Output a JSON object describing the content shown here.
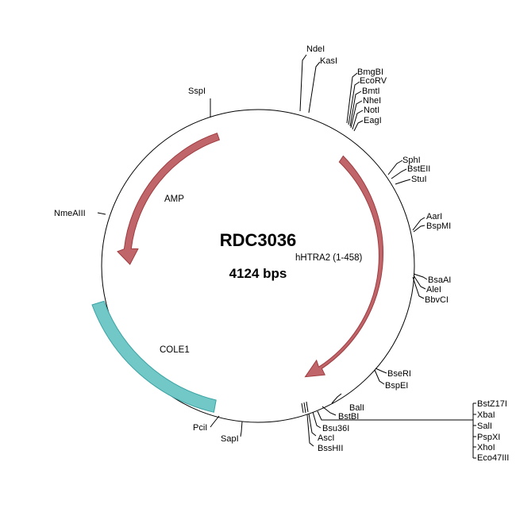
{
  "plasmid": {
    "name": "RDC3036",
    "size_label": "4124 bps"
  },
  "features": [
    {
      "id": "amp",
      "label": "AMP",
      "color": "#c0666a",
      "stroke": "#9e3b3f"
    },
    {
      "id": "hhtra2",
      "label": "hHTRA2 (1-458)",
      "color": "#c0666a",
      "stroke": "#9e3b3f"
    },
    {
      "id": "cole1",
      "label": "COLE1",
      "color": "#72c7c7",
      "stroke": "#3aa3a3"
    }
  ],
  "sites": [
    {
      "id": "ndei",
      "label": "NdeI"
    },
    {
      "id": "kasi",
      "label": "KasI"
    },
    {
      "id": "bmgbi",
      "label": "BmgBI"
    },
    {
      "id": "ecorv",
      "label": "EcoRV"
    },
    {
      "id": "bmti",
      "label": "BmtI"
    },
    {
      "id": "nhei",
      "label": "NheI"
    },
    {
      "id": "noti",
      "label": "NotI"
    },
    {
      "id": "eagi",
      "label": "EagI"
    },
    {
      "id": "sphi",
      "label": "SphI"
    },
    {
      "id": "bsteii",
      "label": "BstEII"
    },
    {
      "id": "stui",
      "label": "StuI"
    },
    {
      "id": "aari",
      "label": "AarI"
    },
    {
      "id": "bspmi",
      "label": "BspMI"
    },
    {
      "id": "bsaai",
      "label": "BsaAI"
    },
    {
      "id": "alei",
      "label": "AleI"
    },
    {
      "id": "bbvci",
      "label": "BbvCI"
    },
    {
      "id": "bseri",
      "label": "BseRI"
    },
    {
      "id": "bspei",
      "label": "BspEI"
    },
    {
      "id": "bali",
      "label": "BalI"
    },
    {
      "id": "bstbi",
      "label": "BstBI"
    },
    {
      "id": "bsu36i",
      "label": "Bsu36I"
    },
    {
      "id": "asci",
      "label": "AscI"
    },
    {
      "id": "bsshii",
      "label": "BssHII"
    },
    {
      "id": "bstz17i",
      "label": "BstZ17I"
    },
    {
      "id": "xbai",
      "label": "XbaI"
    },
    {
      "id": "sali",
      "label": "SalI"
    },
    {
      "id": "pspxi",
      "label": "PspXI"
    },
    {
      "id": "xhoi",
      "label": "XhoI"
    },
    {
      "id": "eco47iii",
      "label": "Eco47III"
    },
    {
      "id": "sapi",
      "label": "SapI"
    },
    {
      "id": "pcii",
      "label": "PciI"
    },
    {
      "id": "nmeaiii",
      "label": "NmeAIII"
    },
    {
      "id": "sspi",
      "label": "SspI"
    }
  ]
}
